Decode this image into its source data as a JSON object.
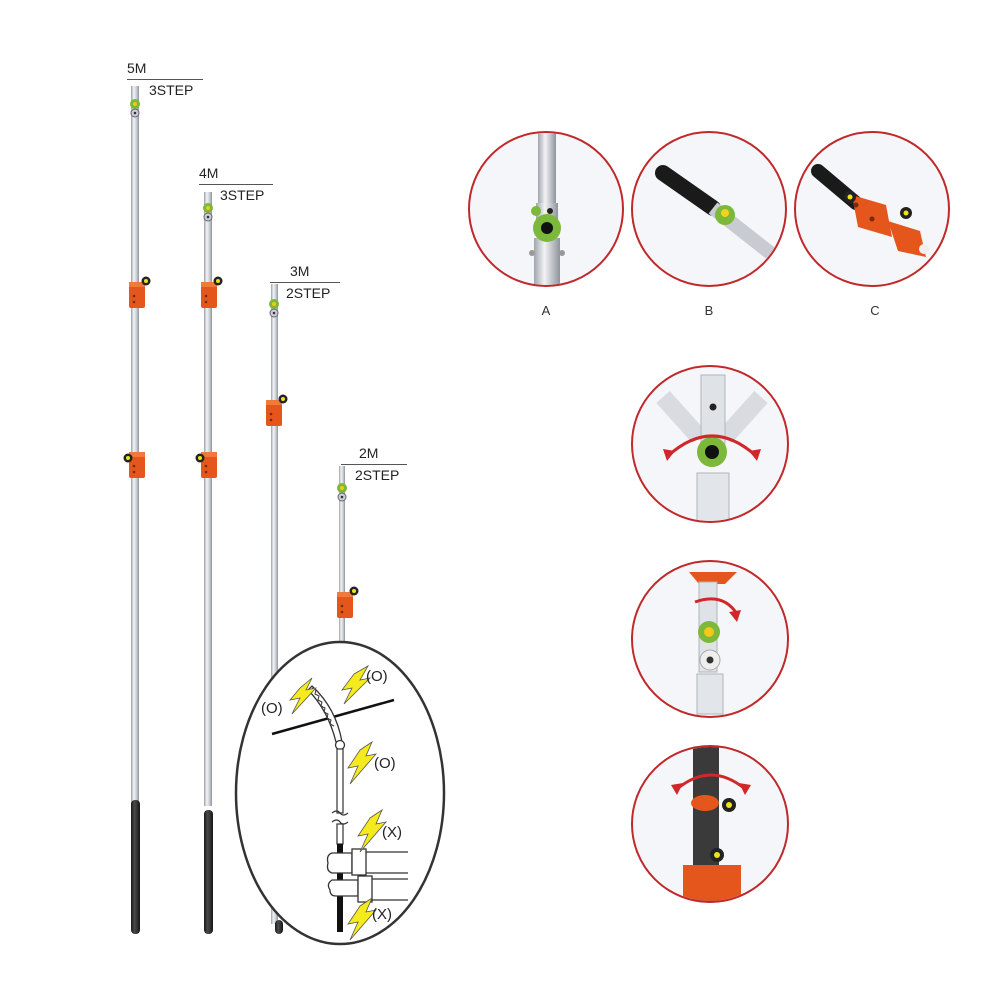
{
  "poles": [
    {
      "length": "5M",
      "steps": "3STEP"
    },
    {
      "length": "4M",
      "steps": "3STEP"
    },
    {
      "length": "3M",
      "steps": "2STEP"
    },
    {
      "length": "2M",
      "steps": "2STEP"
    }
  ],
  "detail_views": [
    {
      "label": "A",
      "description": "green knob joint on silver pole"
    },
    {
      "label": "B",
      "description": "black grip with green knob"
    },
    {
      "label": "C",
      "description": "orange clamp with black knobs"
    }
  ],
  "angle_views": [
    {
      "description": "head angle adjustment, both directions"
    },
    {
      "description": "rotation lock knob"
    },
    {
      "description": "clamp rotation"
    }
  ],
  "safety_diagram": {
    "marks": [
      "(O)",
      "(O)",
      "(O)",
      "(X)",
      "(X)"
    ]
  },
  "colors": {
    "circle_border": "#c0282a",
    "clamp_orange": "#e5561d",
    "knob_green": "#7cb83a",
    "bolt_yellow": "#f2e21a",
    "grip_black": "#2a2a2a"
  }
}
